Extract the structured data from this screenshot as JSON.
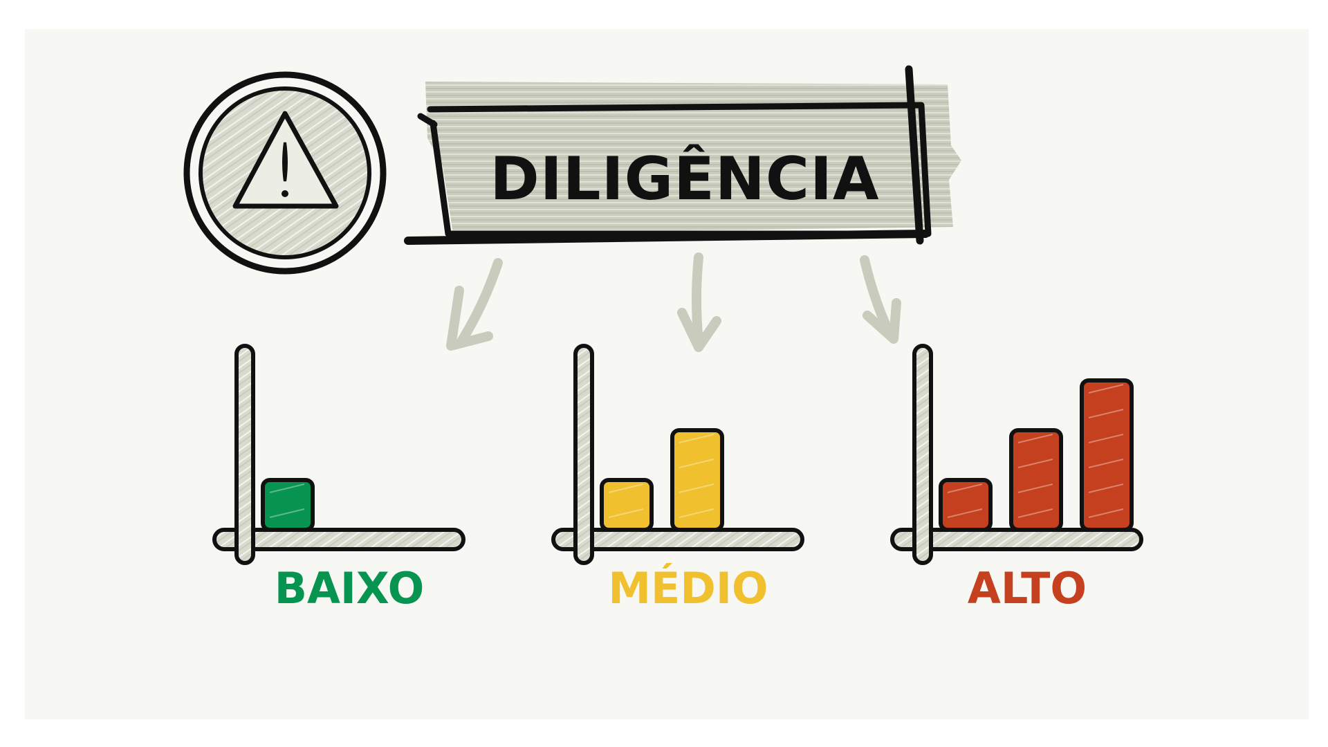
{
  "title": {
    "text": "DILIGÊNCIA",
    "icon": "warning-triangle-icon"
  },
  "levels": [
    {
      "label": "BAIXO",
      "color": "#079451",
      "bars": [
        1
      ]
    },
    {
      "label": "MÉDIO",
      "color": "#f0c02e",
      "bars": [
        1,
        2
      ]
    },
    {
      "label": "ALTO",
      "color": "#c5401f",
      "bars": [
        1,
        2,
        3
      ]
    }
  ],
  "colors": {
    "background": "#f7f7f3",
    "hatch": "#c9cbbd",
    "ink": "#111111",
    "arrow": "#c9cbbd"
  }
}
